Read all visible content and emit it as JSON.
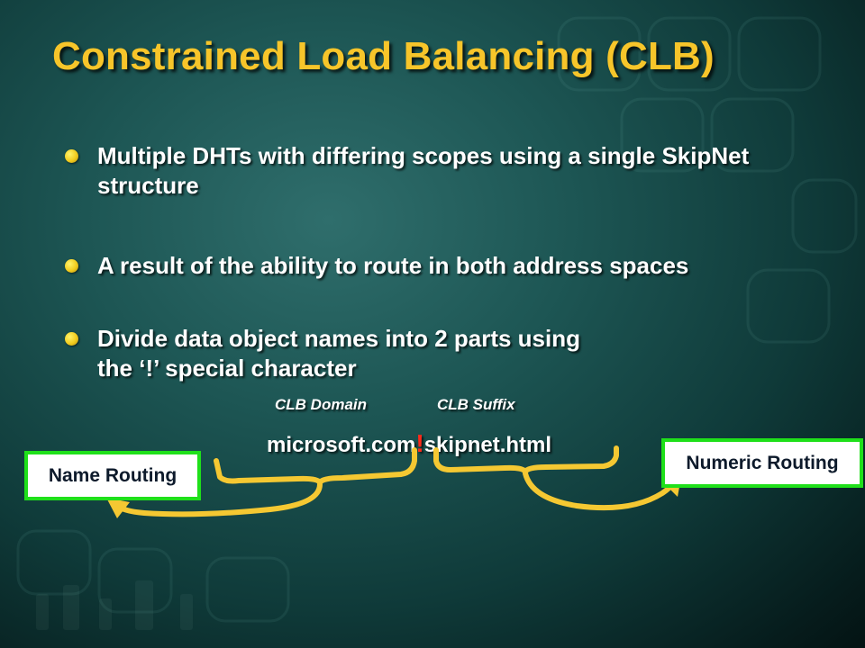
{
  "slide": {
    "title": "Constrained Load Balancing (CLB)",
    "bullets": [
      "Multiple DHTs with differing scopes using a single SkipNet structure",
      "A result of the ability to route in both address spaces",
      "Divide data object names into 2 parts using the ‘!’ special character"
    ]
  },
  "diagram": {
    "clb_domain_label": "CLB Domain",
    "clb_suffix_label": "CLB Suffix",
    "name_domain": "microsoft.com",
    "separator": "!",
    "name_suffix": "skipnet.html",
    "name_routing_label": "Name Routing",
    "numeric_routing_label": "Numeric Routing"
  },
  "colors": {
    "title": "#f7c52a",
    "bullet": "#f2cc1e",
    "arrow": "#f5c832",
    "box_border": "#1fe01a",
    "separator": "#ff2a1a"
  }
}
